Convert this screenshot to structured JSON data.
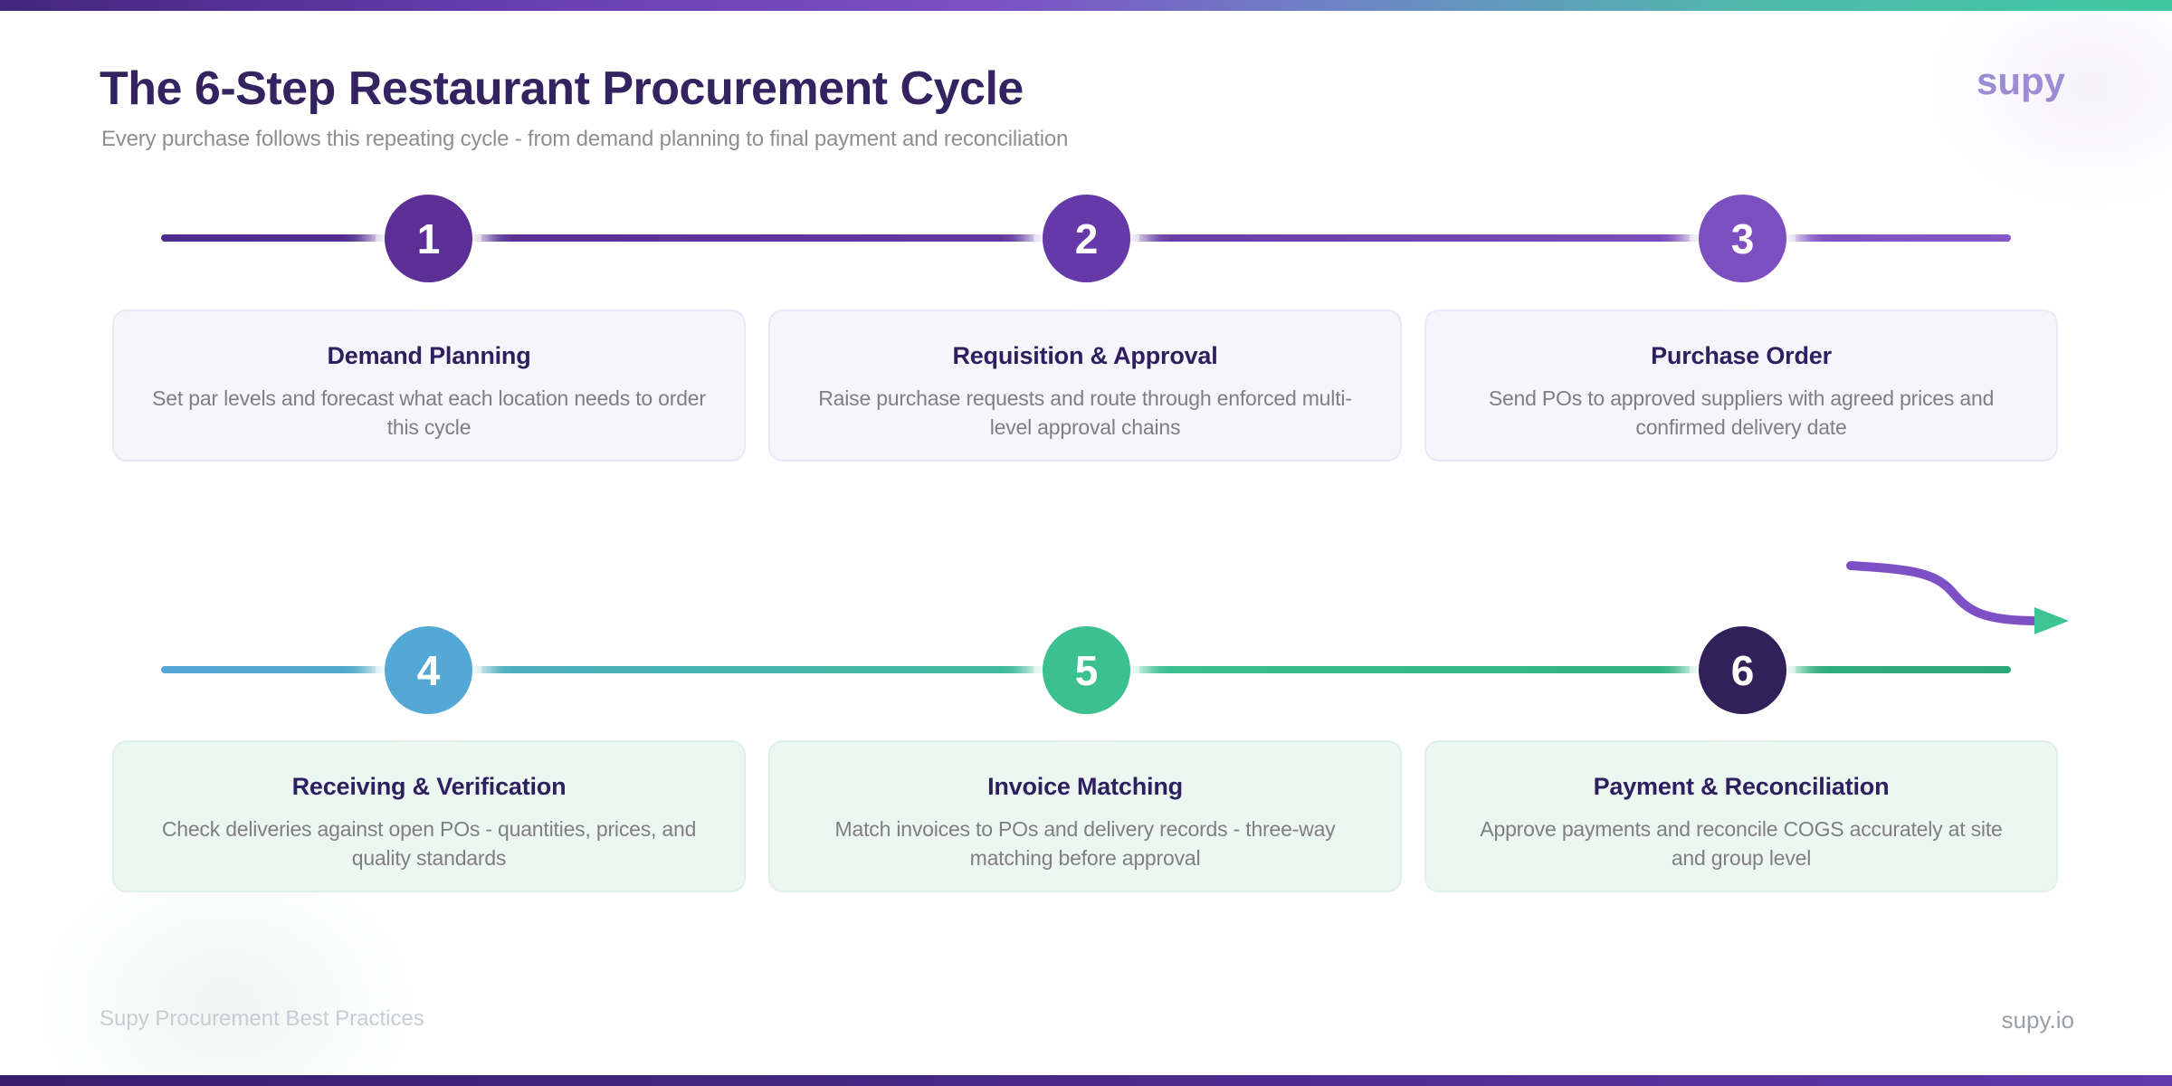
{
  "page": {
    "title": "The 6-Step Restaurant Procurement Cycle",
    "subtitle": "Every purchase follows this repeating cycle - from demand planning to final payment and reconciliation",
    "brand_logo": "supy",
    "footer_left": "Supy Procurement Best Practices",
    "footer_right": "supy.io"
  },
  "steps": [
    {
      "number": "1",
      "title": "Demand Planning",
      "description": "Set par levels and forecast what each location needs to order this cycle",
      "circle_color": "#5b2f96"
    },
    {
      "number": "2",
      "title": "Requisition & Approval",
      "description": "Raise purchase requests and route through enforced multi-level approval chains",
      "circle_color": "#6639a8"
    },
    {
      "number": "3",
      "title": "Purchase Order",
      "description": "Send POs to approved suppliers with agreed prices and confirmed delivery date",
      "circle_color": "#7c4fc0"
    },
    {
      "number": "4",
      "title": "Receiving & Verification",
      "description": "Check deliveries against open POs - quantities, prices, and quality standards",
      "circle_color": "#54a8d6"
    },
    {
      "number": "5",
      "title": "Invoice Matching",
      "description": "Match invoices to POs and delivery records - three-way matching before approval",
      "circle_color": "#3cc08f"
    },
    {
      "number": "6",
      "title": "Payment & Reconciliation",
      "description": "Approve payments and reconcile COGS accurately at site and group level",
      "circle_color": "#31205a"
    }
  ],
  "colors": {
    "top_bar_gradient": [
      "#43257d",
      "#7c4fc4",
      "#3fc9a0"
    ],
    "bottom_bar_gradient": [
      "#371e6e",
      "#6038a9"
    ],
    "timeline_row1_gradient": [
      "#4f2b8e",
      "#8457cb"
    ],
    "timeline_row2_gradient": [
      "#55a5d7",
      "#2ba877"
    ],
    "title_color": "#342361",
    "card_title_color": "#2e2060",
    "card_body_color": "#7f7f83",
    "row1_card_bg": "#f6f5fb",
    "row2_card_bg": "#edf7f1",
    "arrow_stroke": "#7d50c6",
    "arrow_head": "#3cc492",
    "logo_color": "#9c8cd4"
  }
}
